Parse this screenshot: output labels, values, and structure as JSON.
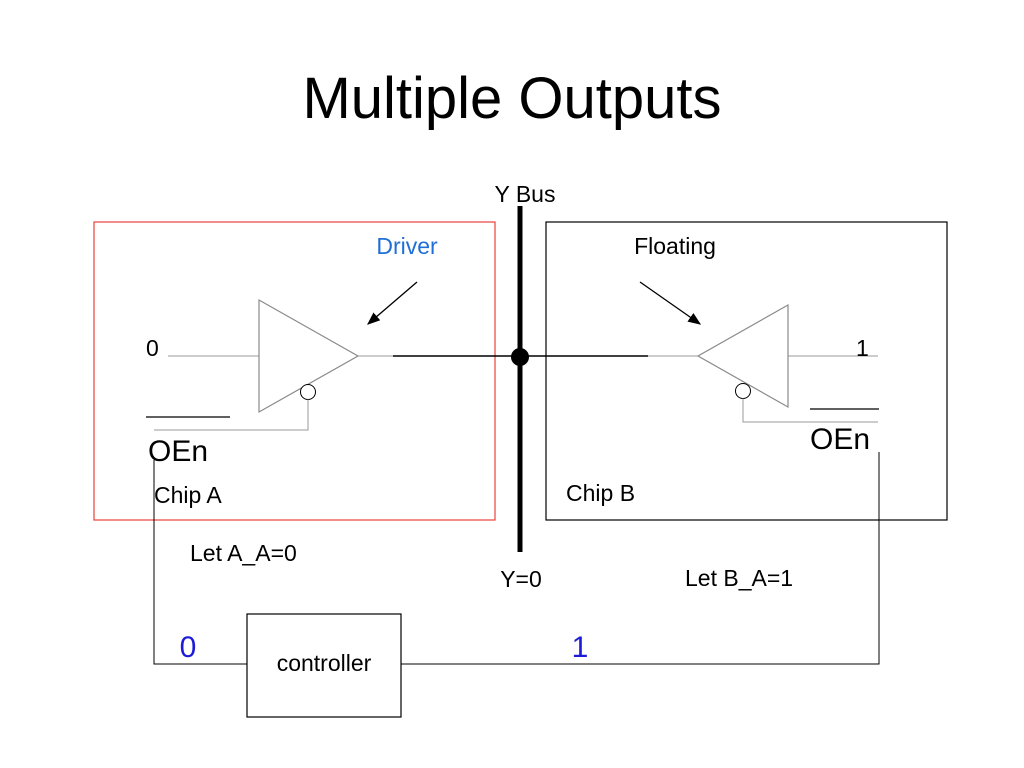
{
  "slide": {
    "title": "Multiple Outputs"
  },
  "diagram": {
    "bus_label": "Y Bus",
    "bus_value": "Y=0",
    "chip_a": {
      "name": "Chip A",
      "role": "Driver",
      "input_value": "0",
      "enable_label": "OEn",
      "let_text": "Let A_A=0",
      "control_value": "0"
    },
    "chip_b": {
      "name": "Chip B",
      "role": "Floating",
      "input_value": "1",
      "enable_label": "OEn",
      "let_text": "Let B_A=1",
      "control_value": "1"
    },
    "controller_label": "controller"
  },
  "colors": {
    "chip_a_border": "#e8413c",
    "chip_b_border": "#000000",
    "driver_text": "#1f6fd6",
    "control_values": "#1c1cd8",
    "gate_stroke": "#8a8a8a",
    "wire": "#000000"
  }
}
